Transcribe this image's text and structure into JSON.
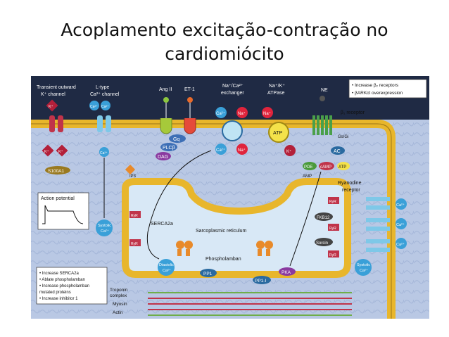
{
  "slide": {
    "title_line1": "Acoplamento excitação-contração no",
    "title_line2": "cardiomiócito"
  },
  "diagram": {
    "top_labels": {
      "transient_outward": "Transient outward",
      "k_channel": "K⁺ channel",
      "ltype": "L-type",
      "ca_channel": "Ca²⁺ channel",
      "ang2": "Ang II",
      "et1": "ET-1",
      "naca": "Na⁺/Ca²⁺",
      "naca_ex": "exchanger",
      "nak": "Na⁺/K⁺",
      "nak_atp": "ATPase",
      "ne": "NE"
    },
    "callout_top": [
      "• Increase β₂ receptors",
      "• βARKct overexpression"
    ],
    "beta_receptor": "β₁ receptor",
    "gs_gi": "Gs/Gi",
    "gq": "Gq",
    "plcb": "PLCβ",
    "dag": "DAG",
    "ac": "AC",
    "pde": "PDE",
    "camp": "cAMP",
    "atp_small": "ATP",
    "amp": "AMP",
    "atp_pump": "ATP",
    "ryanodine": [
      "Ryanodine",
      "receptor"
    ],
    "ip3": "IP3",
    "s100a1": "S100A1",
    "action_potential": "Action potential",
    "serca2a": "SERCA2a",
    "sr": "Sarcoplasmic reticulum",
    "phospholamban": "Phospholamban",
    "pp1": "PP1",
    "pp1i": "PP1-I",
    "pka": "PKA",
    "fkb12": "FKB12",
    "sorcin": "Sorcin",
    "ryr": "RyR",
    "ryr2": "RyR",
    "systolic": [
      "Systolic",
      "Ca²⁺"
    ],
    "diastolic": [
      "Diastolic",
      "Ca²⁺"
    ],
    "troponin": [
      "Troponin",
      "complex"
    ],
    "myosin": "Myosin",
    "actin": "Actin",
    "callout_bottom": [
      "• Increase SERCA2a",
      "• Ablate phospholamban",
      "• Increase phospholamban",
      "  mutated proteins",
      "• Increase inhibitor 1"
    ],
    "ions": {
      "k": "K⁺",
      "ca": "Ca²⁺",
      "na": "Na⁺"
    },
    "colors": {
      "membrane": "#e8b62c",
      "cytoplasm": "#b9c8e4",
      "header": "#1f2a44",
      "na": "#e0243c",
      "ca": "#3aa0d8",
      "k": "#b3203a"
    }
  }
}
